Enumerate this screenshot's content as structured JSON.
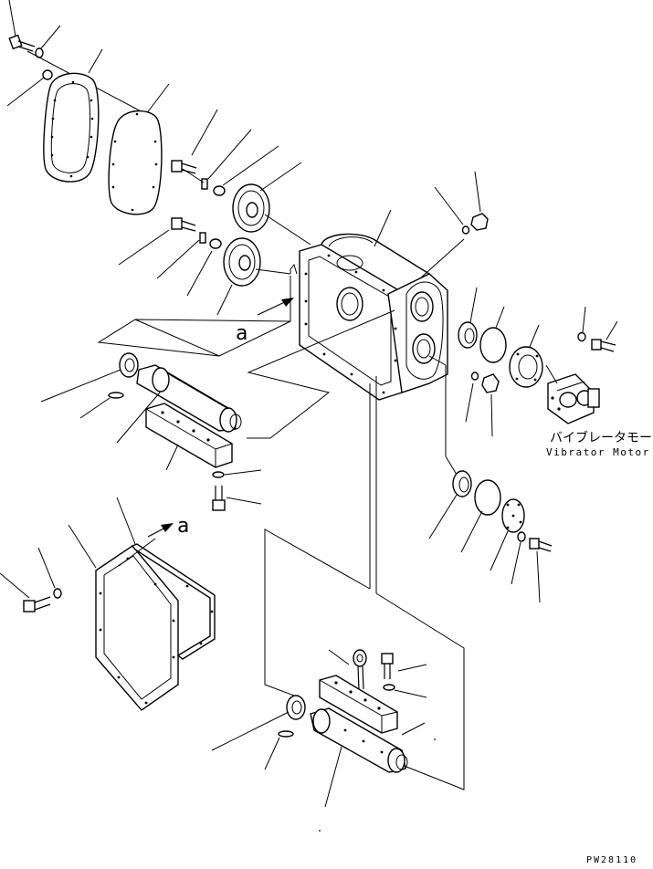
{
  "figure": {
    "view_label_a_1": "a",
    "view_label_a_2": "a",
    "motor_label_jp": "バイブレータモータ",
    "motor_label_en": "Vibrator Motor",
    "drawing_number": "PW28110"
  }
}
